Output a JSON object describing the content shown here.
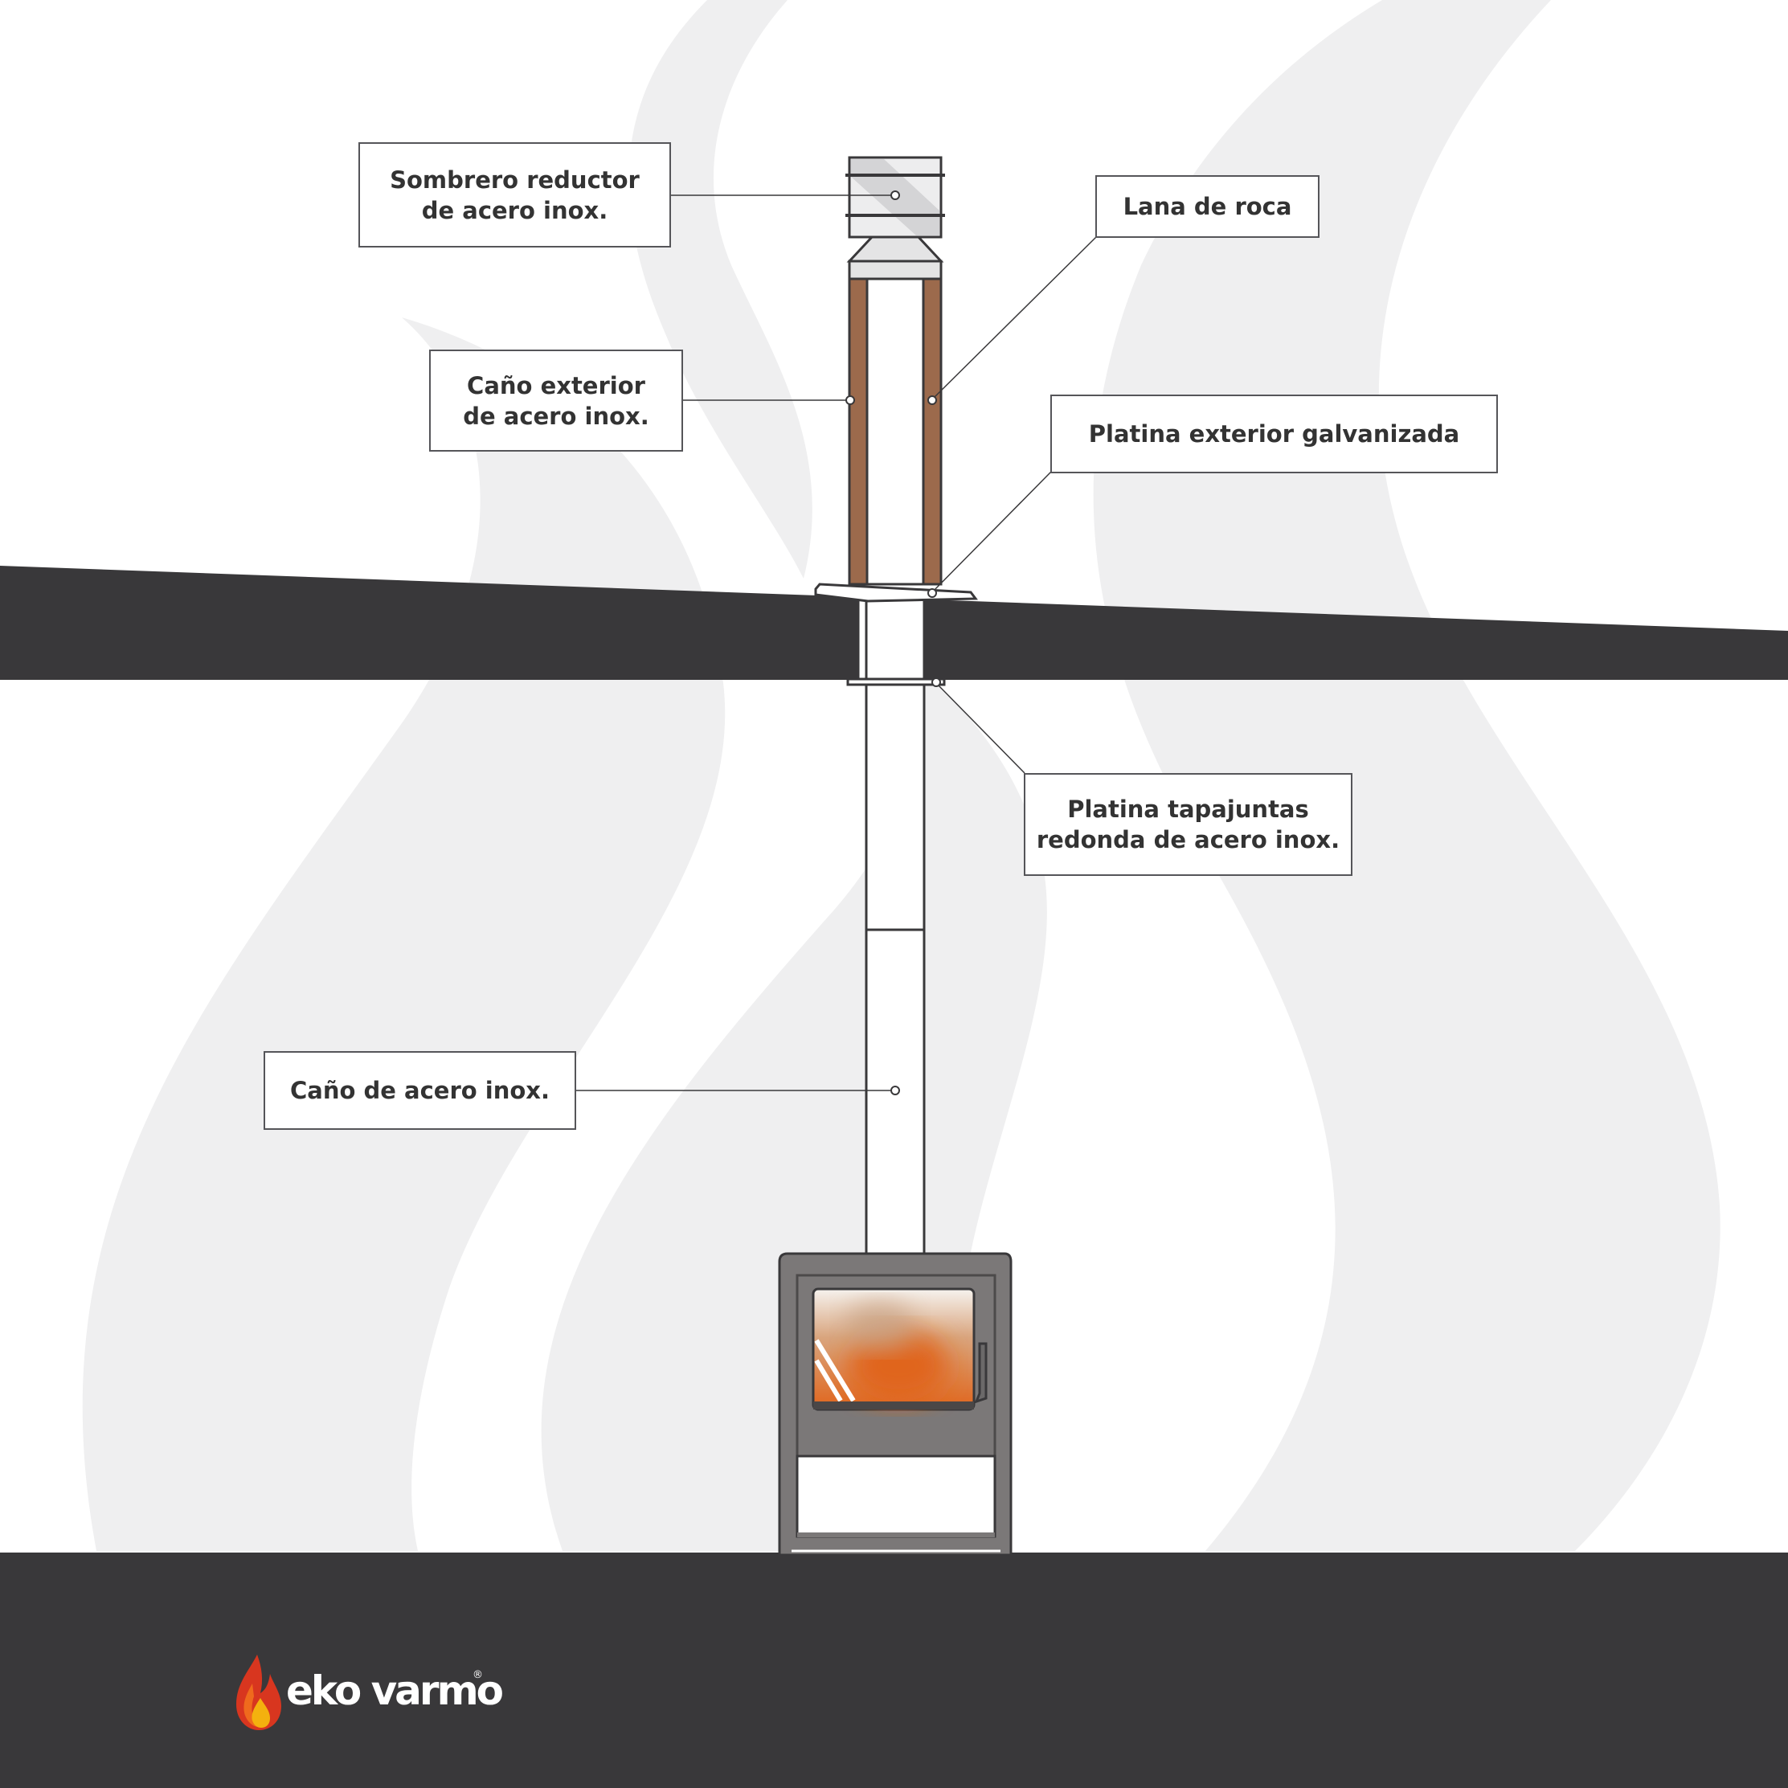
{
  "labels": {
    "hat": "Sombrero reductor\nde acero inox.",
    "rock_wool": "Lana de roca",
    "outer_pipe": "Caño exterior\nde acero inox.",
    "outer_plate": "Platina exterior galvanizada",
    "flashing_plate": "Platina tapajuntas\nredonda de acero inox.",
    "pipe": "Caño de acero inox."
  },
  "brand": {
    "name": "eko varmo",
    "registered": "®"
  },
  "colors": {
    "background": "#ffffff",
    "flame_watermark": "#efeff0",
    "roof_and_floor": "#39383a",
    "insulation": "#9c6a4c",
    "stove_body": "#7b7878",
    "fire": "#e0651c",
    "brand_flame_red": "#d8361f",
    "brand_flame_yellow": "#f4b10e"
  },
  "icons": {
    "brand_logo": "flame-logo-icon"
  }
}
